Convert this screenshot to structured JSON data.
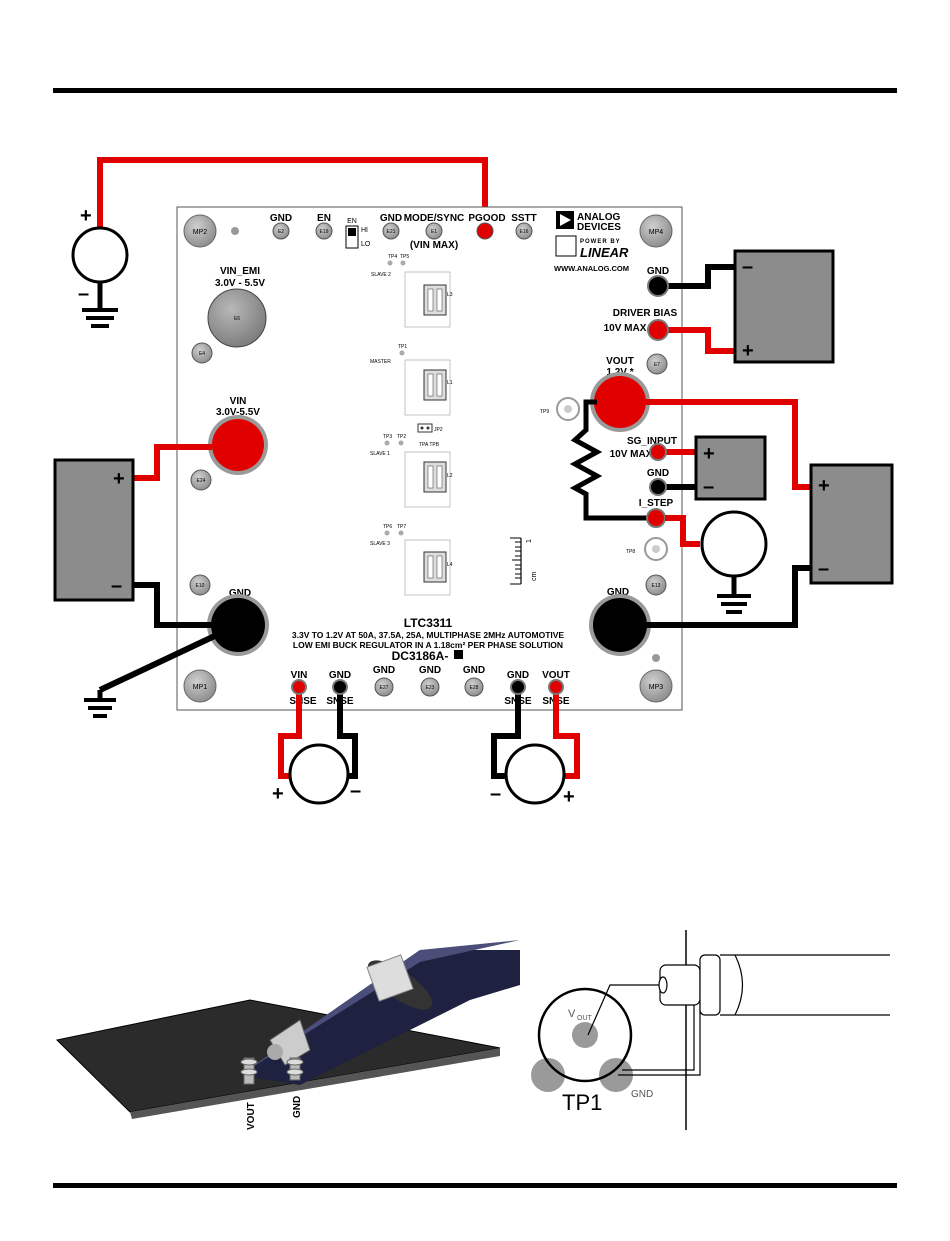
{
  "board": {
    "part": "LTC3311",
    "description_line1": "3.3V TO 1.2V AT 50A, 37.5A, 25A, MULTIPHASE 2MHz AUTOMOTIVE",
    "description_line2": "LOW EMI BUCK REGULATOR IN A 1.18cm² PER PHASE SOLUTION",
    "board_id": "DC3186A-"
  },
  "logo": {
    "analog_line1": "ANALOG",
    "analog_line2": "DEVICES",
    "power_by": "POWER BY",
    "linear": "LINEAR",
    "url": "WWW.ANALOG.COM"
  },
  "top_labels": {
    "gnd": "GND",
    "en": "EN",
    "en_small": "EN",
    "hi": "HI",
    "lo": "LO",
    "gnd2": "GND",
    "mode_sync": "MODE/SYNC",
    "vin_max": "(VIN MAX)",
    "pgood": "PGOOD",
    "sstt": "SSTT"
  },
  "turrets": {
    "e2": "E2",
    "e19": "E19",
    "e21": "E21",
    "e1": "E1",
    "e16": "E16",
    "e6": "E6",
    "e4": "E4",
    "e24": "E24",
    "e10": "E10",
    "e7": "E7",
    "e13": "E13",
    "e27": "E27",
    "e23": "E23",
    "e28": "E28",
    "mp1": "MP1",
    "mp2": "MP2",
    "mp3": "MP3",
    "mp4": "MP4"
  },
  "left_labels": {
    "vin_emi": "VIN_EMI",
    "vin_emi_range": "3.0V - 5.5V",
    "vin": "VIN",
    "vin_range": "3.0V-5.5V",
    "gnd": "GND"
  },
  "right_labels": {
    "gnd_top": "GND",
    "driver_bias": "DRIVER BIAS",
    "driver_bias_max": "10V MAX",
    "vout": "VOUT",
    "vout_value": "1.2V *",
    "sg_input": "SG_INPUT",
    "sg_max": "10V MAX",
    "gnd_sg": "GND",
    "i_step": "I_STEP",
    "gnd_bottom": "GND",
    "tp9": "TP9",
    "tp8": "TP8"
  },
  "bottom_labels": {
    "vin_sense_a": "VIN",
    "vin_sense_b": "SNSE",
    "gnd_sense_a": "GND",
    "gnd_sense_b": "SNSE",
    "gnd_e27": "GND",
    "gnd_e23": "GND",
    "gnd_e28": "GND",
    "gnd_sense2_a": "GND",
    "gnd_sense2_b": "SNSE",
    "vout_sense_a": "VOUT",
    "vout_sense_b": "SNSE"
  },
  "center": {
    "tp4": "TP4",
    "tp5": "TP5",
    "slave2": "SLAVE 2",
    "tp1": "TP1",
    "master": "MASTER",
    "tp3": "TP3",
    "tp2": "TP2",
    "tpa_tpb": "TPA TPB",
    "slave1": "SLAVE 1",
    "jp2": "JP2",
    "tp6": "TP6",
    "tp7": "TP7",
    "slave3": "SLAVE 3",
    "l1": "L1",
    "l2": "L2",
    "l3": "L3",
    "l4": "L4"
  },
  "ruler": {
    "one": "1",
    "cm": "cm"
  },
  "supplies": {
    "plus": "+",
    "minus": "–"
  },
  "probe": {
    "vout": "VOUT",
    "gnd": "GND",
    "vout_main": "V",
    "vout_sub": "OUT",
    "tp1": "TP1",
    "gnd_label": "GND"
  },
  "colors": {
    "wire_red": "#e00000",
    "wire_black": "#000000",
    "board": "#ffffff",
    "supply_gray": "#8c8c8c"
  }
}
